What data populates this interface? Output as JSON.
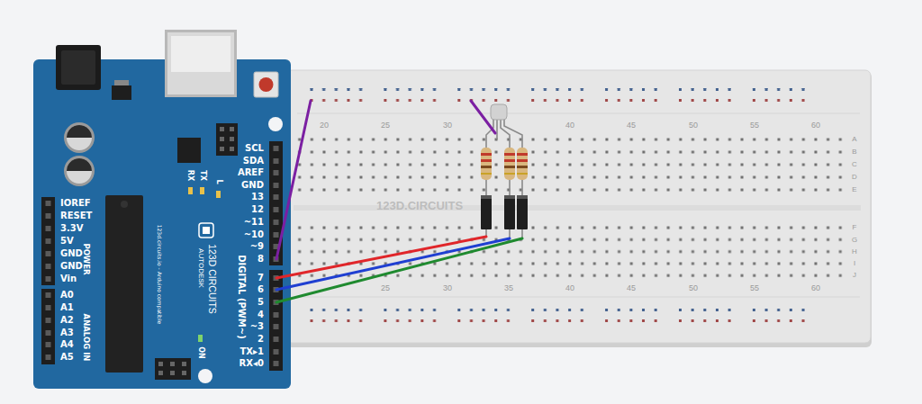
{
  "diagram": {
    "labels": [
      "SCL",
      "SDA",
      "AREF",
      "GND",
      "13",
      "12",
      "~11",
      "~10",
      "~9",
      "8",
      "7",
      "6",
      "5",
      "4",
      "~3",
      "2",
      "TX▸1",
      "RX◂0",
      "DIGITAL (PWM~)",
      "IOREF",
      "RESET",
      "3.3V",
      "5V",
      "GND",
      "GND",
      "Vin",
      "POWER",
      "A0",
      "A1",
      "A2",
      "A3",
      "A4",
      "A5",
      "ANALOG IN",
      "TX",
      "RX",
      "L",
      "ON",
      "AUTODESK",
      "123D CIRCUITS",
      "123d.circuits.io - Arduino compatible",
      "20",
      "25",
      "30",
      "40",
      "45",
      "50",
      "55",
      "60",
      "25",
      "30",
      "35",
      "40",
      "45",
      "50",
      "55",
      "60",
      "A",
      "B",
      "C",
      "D",
      "E",
      "F",
      "G",
      "H",
      "I",
      "J",
      "123D.CIRCUITS"
    ]
  }
}
